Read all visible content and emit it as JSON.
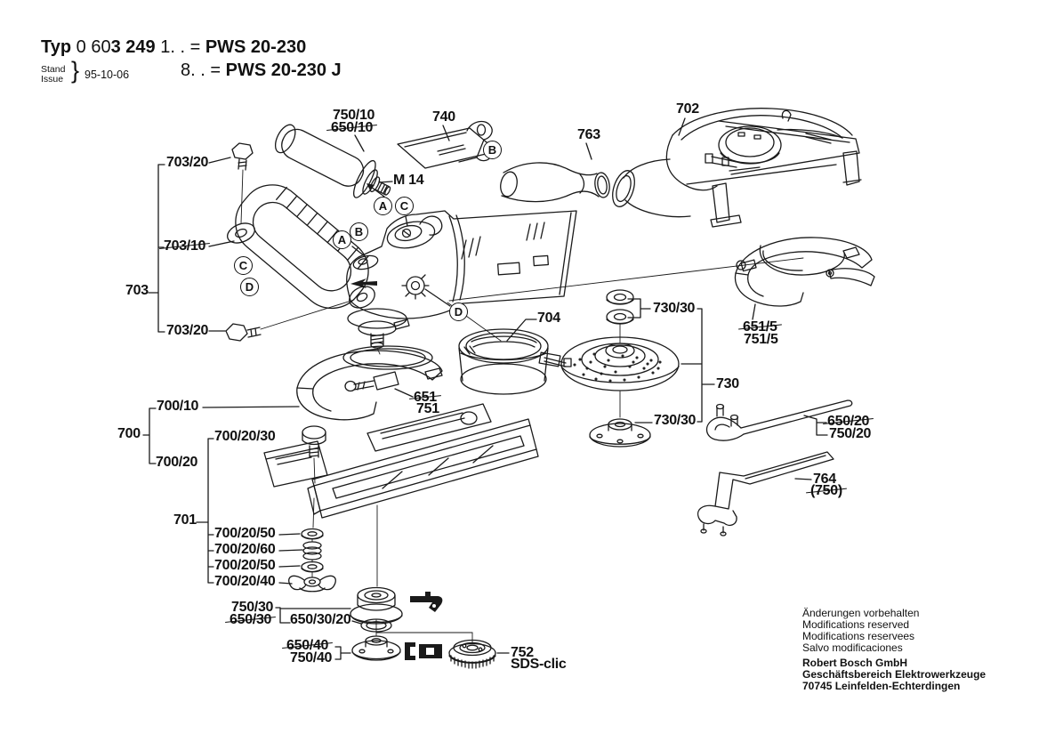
{
  "title": {
    "typ": "Typ",
    "num_light": "0 60",
    "num_bold": "3 249",
    "var1": "1. .",
    "eq1": "=",
    "model1": "PWS 20-230",
    "var2": "8. .",
    "eq2": "=",
    "model2": "PWS 20-230 J",
    "stand": "Stand",
    "issue": "Issue",
    "brace": "}",
    "date": "95-10-06"
  },
  "part_labels": [
    {
      "text": "703/20",
      "strike": false
    },
    {
      "text": "703/10",
      "strike": true
    },
    {
      "text": "703",
      "strike": false
    },
    {
      "text": "703/20",
      "strike": false
    },
    {
      "text": "750/10",
      "strike": false
    },
    {
      "text": "650/10",
      "strike": true
    },
    {
      "text": "740",
      "strike": false
    },
    {
      "text": "M 14",
      "strike": false
    },
    {
      "text": "763",
      "strike": false
    },
    {
      "text": "702",
      "strike": false
    },
    {
      "text": "704",
      "strike": false
    },
    {
      "text": "730/30",
      "strike": false
    },
    {
      "text": "730",
      "strike": false
    },
    {
      "text": "730/30",
      "strike": false
    },
    {
      "text": "651/5",
      "strike": true
    },
    {
      "text": "751/5",
      "strike": false
    },
    {
      "text": "700/10",
      "strike": false
    },
    {
      "text": "651",
      "strike": true
    },
    {
      "text": "751",
      "strike": false
    },
    {
      "text": "700",
      "strike": false
    },
    {
      "text": "700/20/30",
      "strike": false
    },
    {
      "text": "700/20",
      "strike": false
    },
    {
      "text": "701",
      "strike": false
    },
    {
      "text": "700/20/50",
      "strike": false
    },
    {
      "text": "700/20/60",
      "strike": false
    },
    {
      "text": "700/20/50",
      "strike": false
    },
    {
      "text": "700/20/40",
      "strike": false
    },
    {
      "text": "750/30",
      "strike": false
    },
    {
      "text": "650/30",
      "strike": true
    },
    {
      "text": "650/30/20",
      "strike": false
    },
    {
      "text": "650/40",
      "strike": true
    },
    {
      "text": "750/40",
      "strike": false
    },
    {
      "text": "752",
      "strike": false
    },
    {
      "text": "SDS-clic",
      "strike": false
    },
    {
      "text": "650/20",
      "strike": true
    },
    {
      "text": "750/20",
      "strike": false
    },
    {
      "text": "764",
      "strike": false
    },
    {
      "text": "(750)",
      "strike": true
    }
  ],
  "callouts": [
    {
      "letter": "A"
    },
    {
      "letter": "C"
    },
    {
      "letter": "A"
    },
    {
      "letter": "B"
    },
    {
      "letter": "B"
    },
    {
      "letter": "C"
    },
    {
      "letter": "D"
    },
    {
      "letter": "D"
    }
  ],
  "footer": {
    "notes": [
      "Änderungen vorbehalten",
      "Modifications reserved",
      "Modifications reservees",
      "Salvo modificaciones"
    ],
    "company": [
      "Robert Bosch GmbH",
      "Geschäftsbereich Elektrowerkzeuge",
      "70745 Leinfelden-Echterdingen"
    ]
  }
}
